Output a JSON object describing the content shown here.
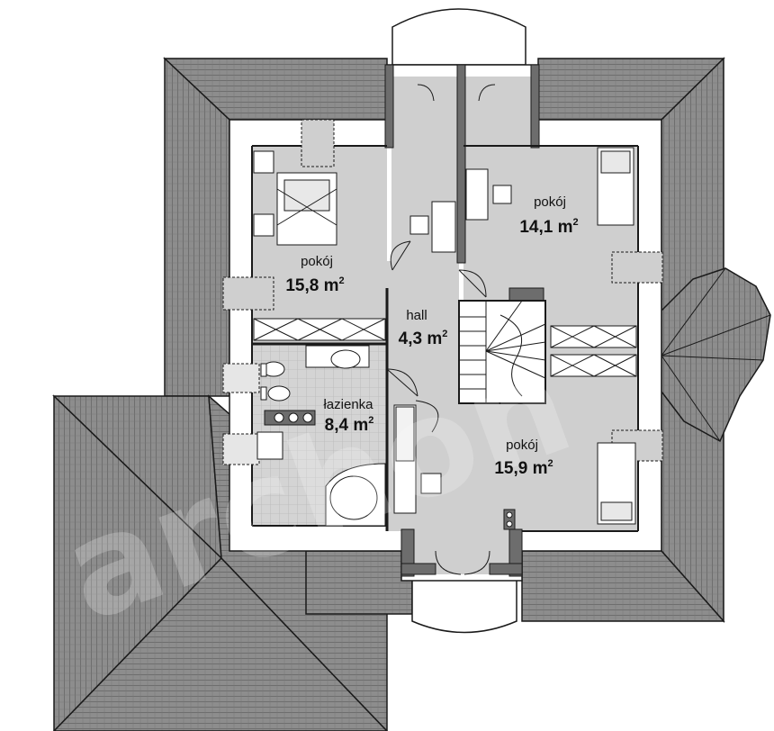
{
  "rooms": [
    {
      "id": "bedroom-nw",
      "name": "pokój",
      "area": "15,8 m",
      "sup": "2"
    },
    {
      "id": "bedroom-ne",
      "name": "pokój",
      "area": "14,1 m",
      "sup": "2"
    },
    {
      "id": "hall",
      "name": "hall",
      "area": "4,3 m",
      "sup": "2"
    },
    {
      "id": "bathroom",
      "name": "łazienka",
      "area": "8,4 m",
      "sup": "2"
    },
    {
      "id": "bedroom-s",
      "name": "pokój",
      "area": "15,9 m",
      "sup": "2"
    }
  ],
  "colors": {
    "roof": "#8a8a8a",
    "roof_line": "#6a6a6a",
    "floor": "#cfcfcf",
    "wall": "#6d6d6d",
    "outline": "#1a1a1a",
    "tile": "#dadada"
  },
  "icons": [
    "bed-icon",
    "toilet-icon",
    "sink-icon",
    "bathtub-icon",
    "stove-icon",
    "desk-icon",
    "door-swing-icon",
    "window-icon",
    "staircase-icon",
    "chimney-icon",
    "roof-icon"
  ]
}
